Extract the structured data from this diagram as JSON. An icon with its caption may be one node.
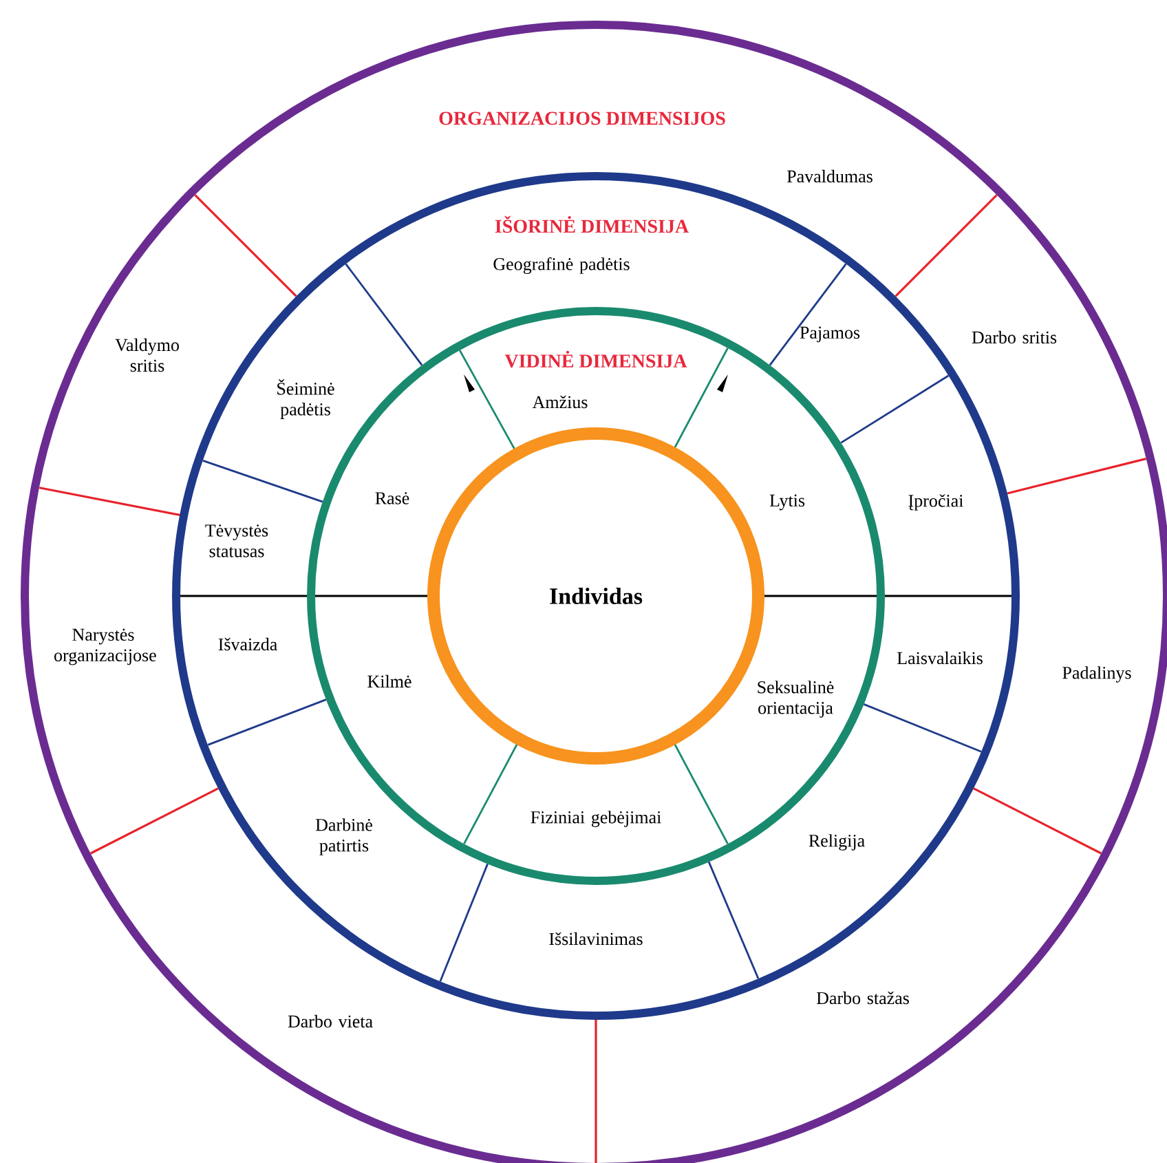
{
  "diagram": {
    "nodes": [
      {
        "text": [
          "ORGANIZACIJOS DIMENSIJOS"
        ]
      },
      {
        "text": [
          "IŠORINĖ DIMENSIJA"
        ],
        "in": 0
      },
      {
        "text": [
          "VIDINĖ DIMENSIJA"
        ],
        "in": 1
      },
      {
        "text": [
          "Individas"
        ],
        "in": 2
      }
    ],
    "labels": [
      "Pavaldumas",
      "Valdymo sritis",
      "Geografinė padėtis",
      "Darbo sritis",
      "Pajamos",
      "Šeiminė padėtis",
      "Amžius",
      "Rasė",
      "Lytis",
      "Įpročiai",
      "Tėvystės statusas",
      "Narystės organizacijose",
      "Išvaizda",
      "Kilmė",
      "Laisvalaikis",
      "Padalinys",
      "Seksualinė orientacija",
      "Darbinė patirtis",
      "Fiziniai gebėjimai",
      "Religija",
      "Išsilavinimas",
      "Darbo stažas",
      "Darbo vieta"
    ]
  }
}
